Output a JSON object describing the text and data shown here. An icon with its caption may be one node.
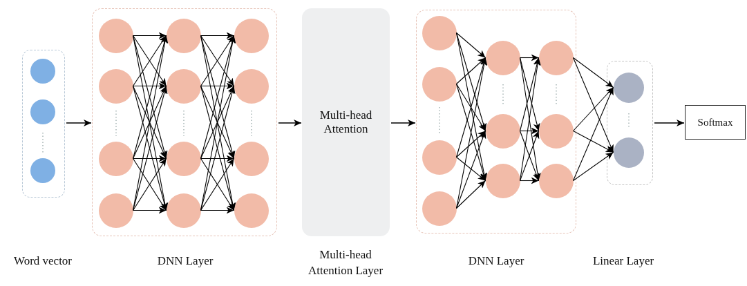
{
  "diagram": {
    "nodes": [
      {
        "text": [],
        "shape": "box"
      },
      {
        "text": [],
        "shape": "circle",
        "in": 0
      },
      {
        "text": [],
        "shape": "circle",
        "in": 0
      },
      {
        "text": [],
        "shape": "circle",
        "in": 0
      },
      {
        "text": [],
        "shape": "box"
      },
      {
        "text": [],
        "shape": "circle",
        "in": 4
      },
      {
        "text": [],
        "shape": "circle",
        "in": 4
      },
      {
        "text": [],
        "shape": "circle",
        "in": 4
      },
      {
        "text": [],
        "shape": "circle",
        "in": 4
      },
      {
        "text": [],
        "shape": "circle",
        "in": 4
      },
      {
        "text": [],
        "shape": "circle",
        "in": 4
      },
      {
        "text": [],
        "shape": "circle",
        "in": 4
      },
      {
        "text": [],
        "shape": "circle",
        "in": 4
      },
      {
        "text": [],
        "shape": "circle",
        "in": 4
      },
      {
        "text": [],
        "shape": "circle",
        "in": 4
      },
      {
        "text": [],
        "shape": "circle",
        "in": 4
      },
      {
        "text": [],
        "shape": "circle",
        "in": 4
      },
      {
        "text": [
          "Multi-head Attention"
        ]
      },
      {
        "text": [],
        "shape": "box"
      },
      {
        "text": [],
        "shape": "circle",
        "in": 18
      },
      {
        "text": [],
        "shape": "circle",
        "in": 18
      },
      {
        "text": [],
        "shape": "circle",
        "in": 18
      },
      {
        "text": [],
        "shape": "circle",
        "in": 18
      },
      {
        "text": [],
        "shape": "circle",
        "in": 18
      },
      {
        "text": [],
        "shape": "circle",
        "in": 18
      },
      {
        "text": [],
        "shape": "circle",
        "in": 18
      },
      {
        "text": [],
        "shape": "circle",
        "in": 18
      },
      {
        "text": [],
        "shape": "circle",
        "in": 18
      },
      {
        "text": [],
        "shape": "circle",
        "in": 18
      },
      {
        "text": [],
        "shape": "box"
      },
      {
        "text": [],
        "shape": "circle",
        "in": 29
      },
      {
        "text": [],
        "shape": "circle",
        "in": 29
      },
      {
        "text": [
          "Softmax"
        ]
      }
    ],
    "edges": [
      {
        "from": 0,
        "to": 4,
        "arrow": "to"
      },
      {
        "from": 4,
        "to": 17,
        "arrow": "to"
      },
      {
        "from": 17,
        "to": 18,
        "arrow": "to"
      },
      {
        "from": 29,
        "to": 32,
        "arrow": "to"
      },
      {
        "from": 5,
        "to": 9,
        "arrow": "to"
      },
      {
        "from": 5,
        "to": 10,
        "arrow": "to"
      },
      {
        "from": 5,
        "to": 11,
        "arrow": "to"
      },
      {
        "from": 5,
        "to": 12,
        "arrow": "to"
      },
      {
        "from": 6,
        "to": 9,
        "arrow": "to"
      },
      {
        "from": 6,
        "to": 10,
        "arrow": "to"
      },
      {
        "from": 6,
        "to": 11,
        "arrow": "to"
      },
      {
        "from": 6,
        "to": 12,
        "arrow": "to"
      },
      {
        "from": 7,
        "to": 9,
        "arrow": "to"
      },
      {
        "from": 7,
        "to": 10,
        "arrow": "to"
      },
      {
        "from": 7,
        "to": 11,
        "arrow": "to"
      },
      {
        "from": 7,
        "to": 12,
        "arrow": "to"
      },
      {
        "from": 8,
        "to": 9,
        "arrow": "to"
      },
      {
        "from": 8,
        "to": 10,
        "arrow": "to"
      },
      {
        "from": 8,
        "to": 11,
        "arrow": "to"
      },
      {
        "from": 8,
        "to": 12,
        "arrow": "to"
      },
      {
        "from": 9,
        "to": 13,
        "arrow": "to"
      },
      {
        "from": 9,
        "to": 14,
        "arrow": "to"
      },
      {
        "from": 9,
        "to": 15,
        "arrow": "to"
      },
      {
        "from": 9,
        "to": 16,
        "arrow": "to"
      },
      {
        "from": 10,
        "to": 13,
        "arrow": "to"
      },
      {
        "from": 10,
        "to": 14,
        "arrow": "to"
      },
      {
        "from": 10,
        "to": 15,
        "arrow": "to"
      },
      {
        "from": 10,
        "to": 16,
        "arrow": "to"
      },
      {
        "from": 11,
        "to": 13,
        "arrow": "to"
      },
      {
        "from": 11,
        "to": 14,
        "arrow": "to"
      },
      {
        "from": 11,
        "to": 15,
        "arrow": "to"
      },
      {
        "from": 11,
        "to": 16,
        "arrow": "to"
      },
      {
        "from": 12,
        "to": 13,
        "arrow": "to"
      },
      {
        "from": 12,
        "to": 14,
        "arrow": "to"
      },
      {
        "from": 12,
        "to": 15,
        "arrow": "to"
      },
      {
        "from": 12,
        "to": 16,
        "arrow": "to"
      },
      {
        "from": 19,
        "to": 23,
        "arrow": "to"
      },
      {
        "from": 19,
        "to": 24,
        "arrow": "to"
      },
      {
        "from": 19,
        "to": 25,
        "arrow": "to"
      },
      {
        "from": 20,
        "to": 23,
        "arrow": "to"
      },
      {
        "from": 20,
        "to": 24,
        "arrow": "to"
      },
      {
        "from": 20,
        "to": 25,
        "arrow": "to"
      },
      {
        "from": 21,
        "to": 23,
        "arrow": "to"
      },
      {
        "from": 21,
        "to": 24,
        "arrow": "to"
      },
      {
        "from": 21,
        "to": 25,
        "arrow": "to"
      },
      {
        "from": 22,
        "to": 23,
        "arrow": "to"
      },
      {
        "from": 22,
        "to": 24,
        "arrow": "to"
      },
      {
        "from": 22,
        "to": 25,
        "arrow": "to"
      },
      {
        "from": 23,
        "to": 26,
        "arrow": "to"
      },
      {
        "from": 23,
        "to": 27,
        "arrow": "to"
      },
      {
        "from": 23,
        "to": 28,
        "arrow": "to"
      },
      {
        "from": 24,
        "to": 26,
        "arrow": "to"
      },
      {
        "from": 24,
        "to": 27,
        "arrow": "to"
      },
      {
        "from": 24,
        "to": 28,
        "arrow": "to"
      },
      {
        "from": 25,
        "to": 26,
        "arrow": "to"
      },
      {
        "from": 25,
        "to": 27,
        "arrow": "to"
      },
      {
        "from": 25,
        "to": 28,
        "arrow": "to"
      },
      {
        "from": 26,
        "to": 30,
        "arrow": "to"
      },
      {
        "from": 26,
        "to": 31,
        "arrow": "to"
      },
      {
        "from": 27,
        "to": 30,
        "arrow": "to"
      },
      {
        "from": 27,
        "to": 31,
        "arrow": "to"
      },
      {
        "from": 28,
        "to": 30,
        "arrow": "to"
      },
      {
        "from": 28,
        "to": 31,
        "arrow": "to"
      }
    ],
    "labels": [
      "Word vector",
      "DNN Layer",
      "Multi-head Attention Layer",
      "DNN Layer",
      "Linear Layer"
    ]
  }
}
